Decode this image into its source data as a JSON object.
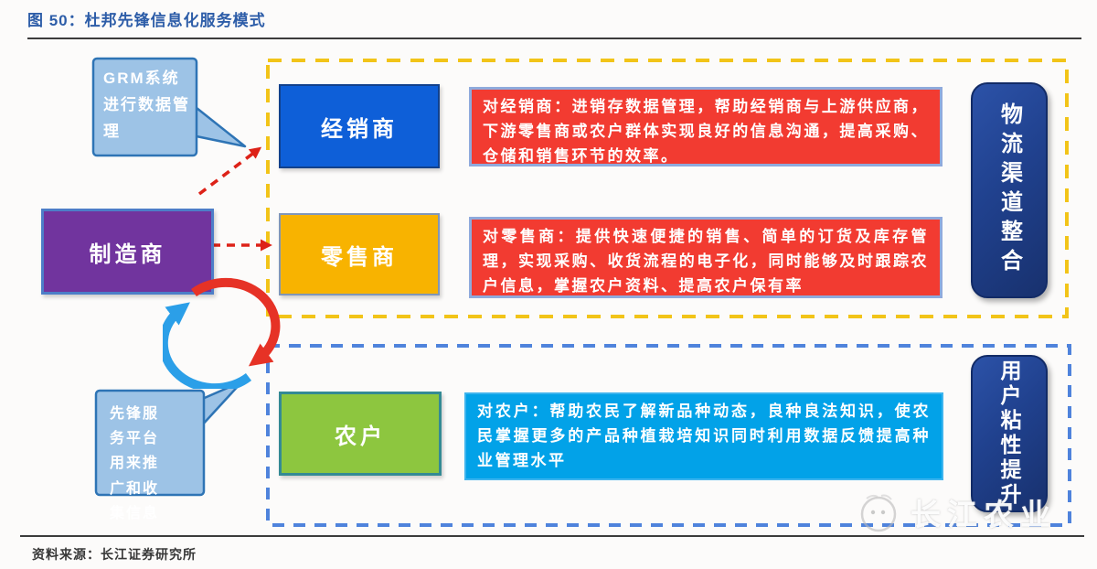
{
  "figure": {
    "title": "图 50：杜邦先锋信息化服务模式",
    "source": "资料来源：长江证券研究所",
    "watermark": "长江农业"
  },
  "callouts": {
    "grm": "GRM系统进行数据管理",
    "pioneer": "先锋服务平台用来推广和收集信息"
  },
  "nodes": {
    "manufacturer": "制造商",
    "dealer": "经销商",
    "retailer": "零售商",
    "farmer": "农户"
  },
  "descriptions": {
    "dealer": "对经销商：进销存数据管理，帮助经销商与上游供应商，下游零售商或农户群体实现良好的信息沟通，提高采购、仓储和销售环节的效率。",
    "retailer": "对零售商：提供快速便捷的销售、简单的订货及库存管理，实现采购、收货流程的电子化，同时能够及时跟踪农户信息，掌握农户资料、提高农户保有率",
    "farmer": "对农户：帮助农民了解新品种动态，良种良法知识，使农民掌握更多的产品种植栽培知识同时利用数据反馈提高种业管理水平"
  },
  "outcomes": {
    "logistics": "物流渠道整合",
    "stickiness": "用户粘性提升"
  },
  "colors": {
    "title_blue": "#2d5da8",
    "manufacturer_purple": "#71349e",
    "dealer_blue": "#0e5fd8",
    "retailer_orange": "#f8b300",
    "farmer_green": "#8dc63f",
    "description_red": "#f23b31",
    "description_cyan": "#02a2e8",
    "outcome_navy": "#20418e",
    "callout_lightblue": "#9dc3e6",
    "dash_yellow": "#f2c418",
    "dash_blue": "#4f83dc",
    "cycle_red": "#e63226",
    "cycle_blue": "#2b9fe8"
  }
}
